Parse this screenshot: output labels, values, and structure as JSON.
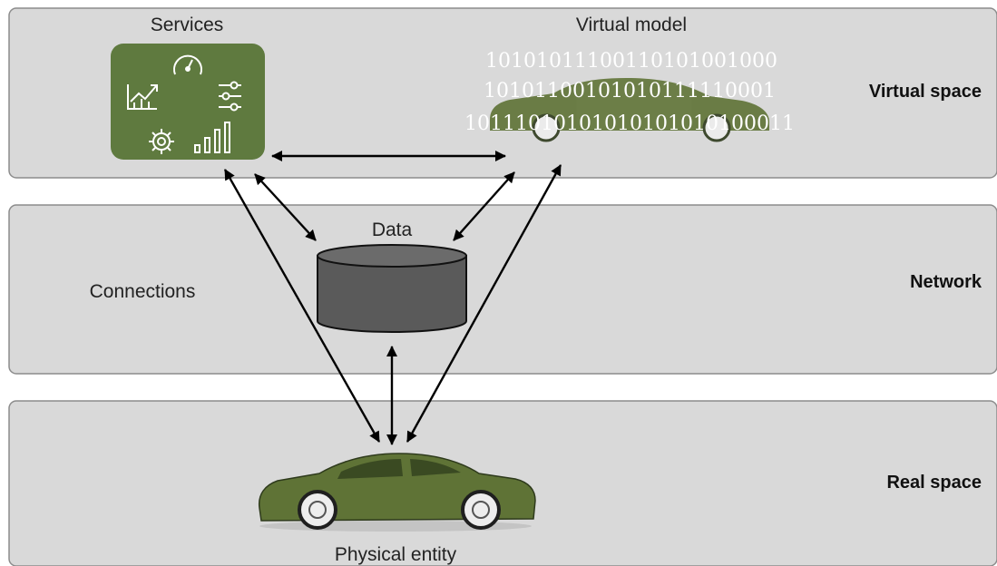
{
  "bands": {
    "virtual": {
      "label": "Virtual space"
    },
    "network": {
      "label": "Network"
    },
    "real": {
      "label": "Real space"
    }
  },
  "nodes": {
    "services": {
      "label": "Services"
    },
    "virtual_model": {
      "label": "Virtual model",
      "binary_lines": [
        "10101011100110101001000",
        "10101100101010111110001",
        "10111010101010101010100011"
      ]
    },
    "data": {
      "label": "Data"
    },
    "connections": {
      "label": "Connections"
    },
    "physical_entity": {
      "label": "Physical entity"
    }
  },
  "icons": [
    "gauge-icon",
    "trend-chart-icon",
    "sliders-icon",
    "gear-icon",
    "bar-chart-icon",
    "database-icon",
    "car-icon"
  ],
  "colors": {
    "band_fill": "#d9d9d9",
    "band_stroke": "#8c8c8c",
    "services_fill": "#5f7a3f",
    "car_green": "#5f7336",
    "database_fill": "#5a5a5a",
    "arrow": "#000000"
  }
}
